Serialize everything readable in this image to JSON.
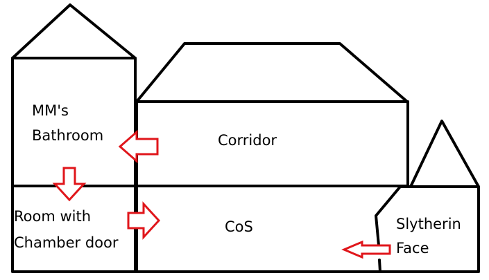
{
  "rooms": {
    "bathroom": {
      "line1": "MM's",
      "line2": "Bathroom"
    },
    "corridor": {
      "label": "Corridor"
    },
    "chamber_door_room": {
      "line1": "Room with",
      "line2": "Chamber door"
    },
    "cos": {
      "label": "CoS"
    },
    "slytherin_face": {
      "line1": "Slytherin",
      "line2": "Face"
    }
  },
  "colors": {
    "walls": "#000000",
    "arrows": "#e0161b",
    "background": "#ffffff"
  }
}
